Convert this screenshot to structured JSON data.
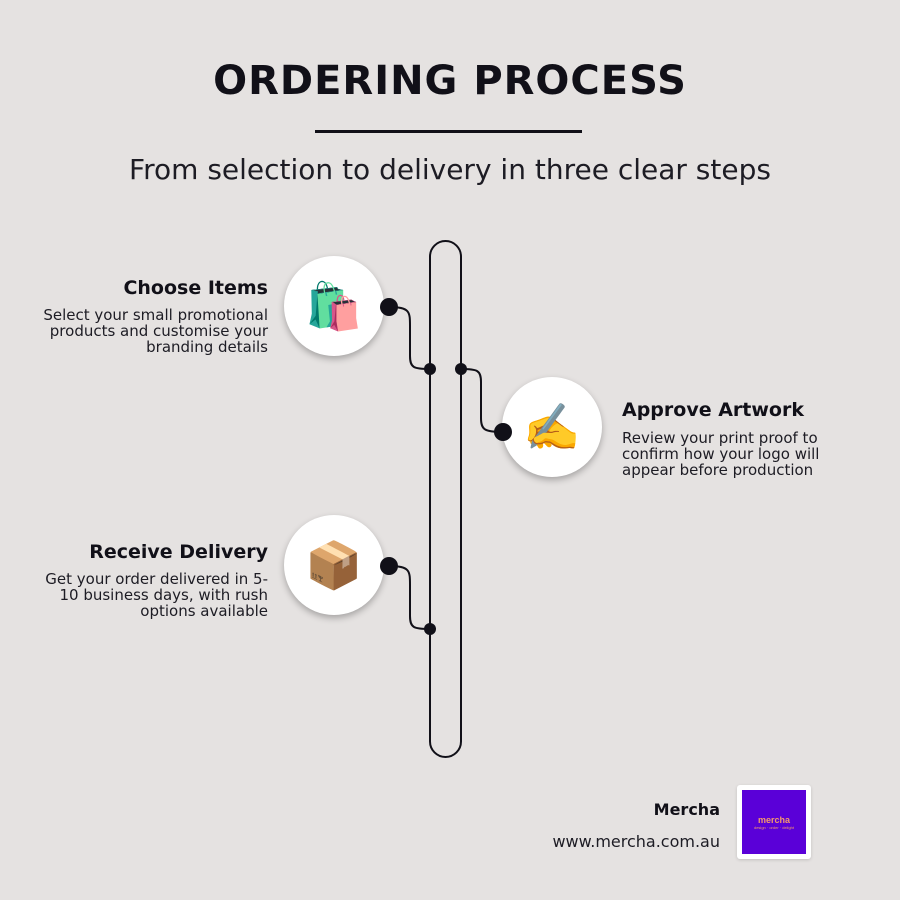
{
  "header": {
    "title": "ORDERING PROCESS",
    "subtitle": "From selection to delivery in three clear steps"
  },
  "steps": [
    {
      "heading": "Choose Items",
      "description": "Select your small promotional products and customise your branding details",
      "icon": "shopping-bags-icon",
      "glyph": "🛍️"
    },
    {
      "heading": "Approve Artwork",
      "description": "Review your print proof to confirm how your logo will appear before production",
      "icon": "writing-hand-icon",
      "glyph": "✍️"
    },
    {
      "heading": "Receive Delivery",
      "description": "Get your order delivered in 5-10 business days, with rush options available",
      "icon": "package-box-icon",
      "glyph": "📦"
    }
  ],
  "footer": {
    "brand": "Mercha",
    "url": "www.mercha.com.au",
    "logo_word": "mercha",
    "logo_tagline": "design · order · delight"
  },
  "colors": {
    "background": "#e5e2e1",
    "ink": "#111018",
    "logo_bg": "#5a00d8",
    "logo_text": "#f39a6b"
  }
}
